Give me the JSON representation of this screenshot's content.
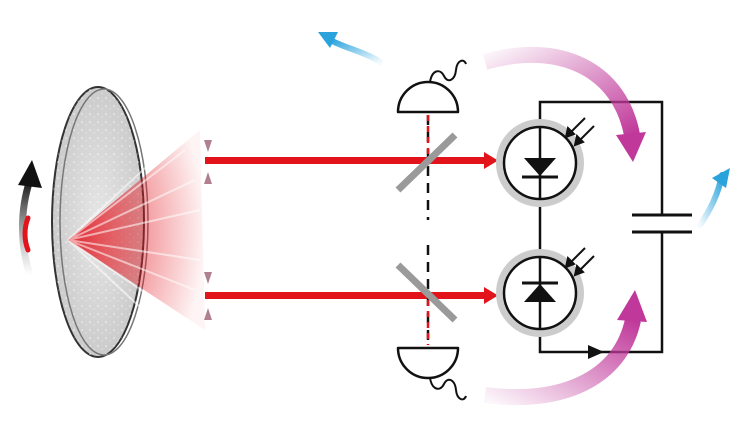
{
  "diagram": {
    "elements": [
      "rotating-diffuser-disk",
      "rotation-arrow",
      "scattered-laser-light",
      "laser-beam-upper",
      "laser-beam-lower",
      "beam-splitter-upper",
      "beam-splitter-lower",
      "light-source-upper",
      "light-source-lower",
      "photodiode-upper",
      "photodiode-lower",
      "capacitor",
      "circuit-current-arrow",
      "energy-flow-in-arrows",
      "heat-out-arrows"
    ],
    "colors": {
      "laser": "#e3131c",
      "disk_fill": "#d6d6d6",
      "disk_edge": "#333333",
      "circuit": "#111111",
      "photodiode_ring": "#cccccc",
      "energy_arrow": "#c0399a",
      "heat_arrow": "#2aa3dc",
      "rotation_arrow": "#111111",
      "splitter": "#9a9a9a"
    },
    "icons": {
      "light_source": "dome-lamp-icon",
      "photodiode": "photodiode-icon",
      "capacitor": "capacitor-icon"
    }
  }
}
